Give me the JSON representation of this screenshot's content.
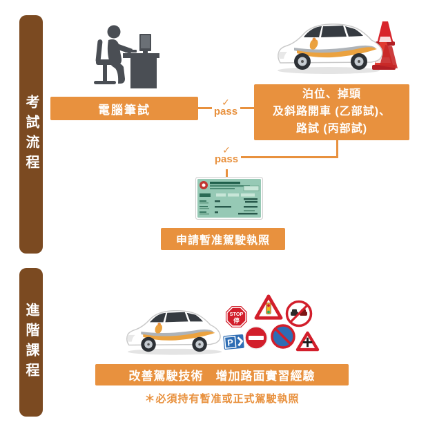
{
  "palette": {
    "orange": "#E8913E",
    "brown": "#7B4A21",
    "icon_gray": "#4A4E54",
    "sign_red": "#D21E2B",
    "sign_blue": "#2E6DB4",
    "license_green": "#96C9B5"
  },
  "sections": {
    "exam": {
      "sidebar_label": "考試流程",
      "written_test_label": "電腦筆試",
      "road_test_lines": [
        "泊位、掉頭",
        "及斜路開車 (乙部試)、",
        "路試 (丙部試)"
      ],
      "apply_license_label": "申請暫准駕駛執照"
    },
    "advanced": {
      "sidebar_label": "進階課程",
      "course_label": "改善駕駛技術　增加路面實習經驗",
      "note": "＊必須持有暫准或正式駕駛執照"
    }
  },
  "connector": {
    "check": "✓",
    "pass_label": "pass"
  },
  "signs": {
    "stop_line1": "STOP",
    "stop_line2": "停",
    "parking_letter": "P"
  }
}
